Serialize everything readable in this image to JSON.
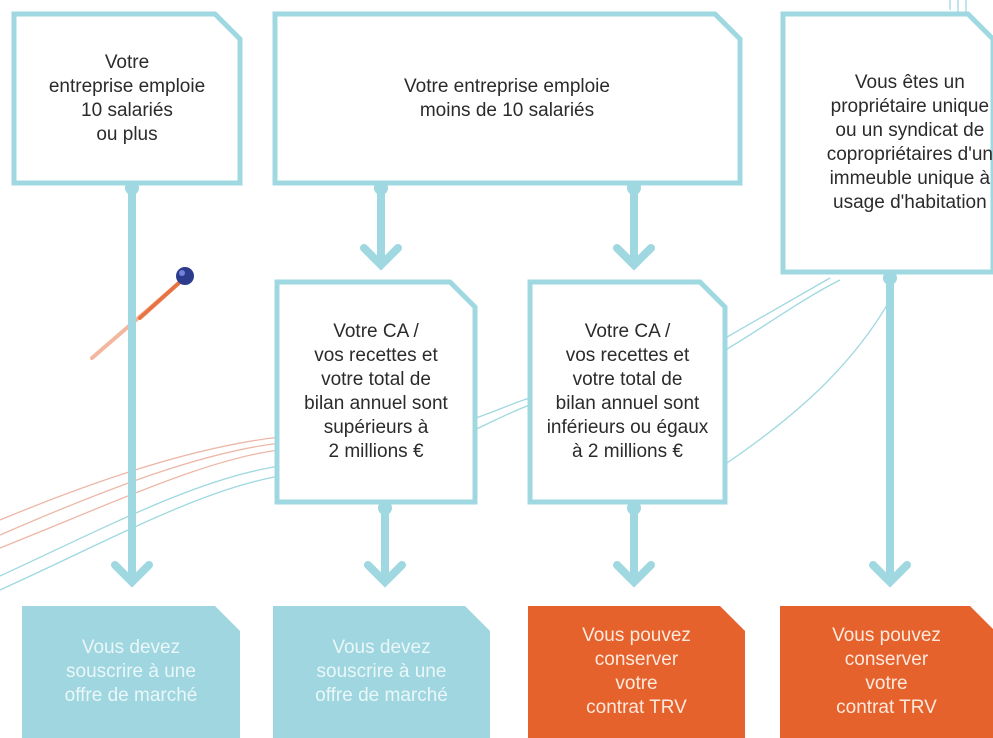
{
  "colors": {
    "box_border": "#9fd8e0",
    "connector": "#9fd8e0",
    "result_blue": "#9fd6df",
    "result_orange": "#e5622c",
    "text_dark": "#2b2b2b",
    "decor_red": "#e58a6a",
    "decor_blue": "#9fd8e0"
  },
  "boxes": {
    "ten_or_more": "Votre\nentreprise emploie\n10 salariés\nou plus",
    "less_than_ten": "Votre  entreprise emploie\nmoins de 10 salariés",
    "owner": "Vous êtes un\npropriétaire unique\nou un syndicat de\ncopropriétaires d'un\nimmeuble unique à\nusage d'habitation",
    "ca_above": "Votre CA /\nvos recettes et\nvotre total de\nbilan annuel sont\nsupérieurs à\n2 millions €",
    "ca_below": "Votre CA /\nvos recettes et\nvotre total de\nbilan annuel sont\ninférieurs ou égaux\nà 2 millions €"
  },
  "results": {
    "market_offer_1": "Vous devez\nsouscrire à une\noffre de marché",
    "market_offer_2": "Vous devez\nsouscrire à une\noffre de marché",
    "keep_trv_1": "Vous pouvez\nconserver\nvotre\ncontrat TRV",
    "keep_trv_2": "Vous pouvez\nconserver\nvotre\ncontrat TRV"
  }
}
